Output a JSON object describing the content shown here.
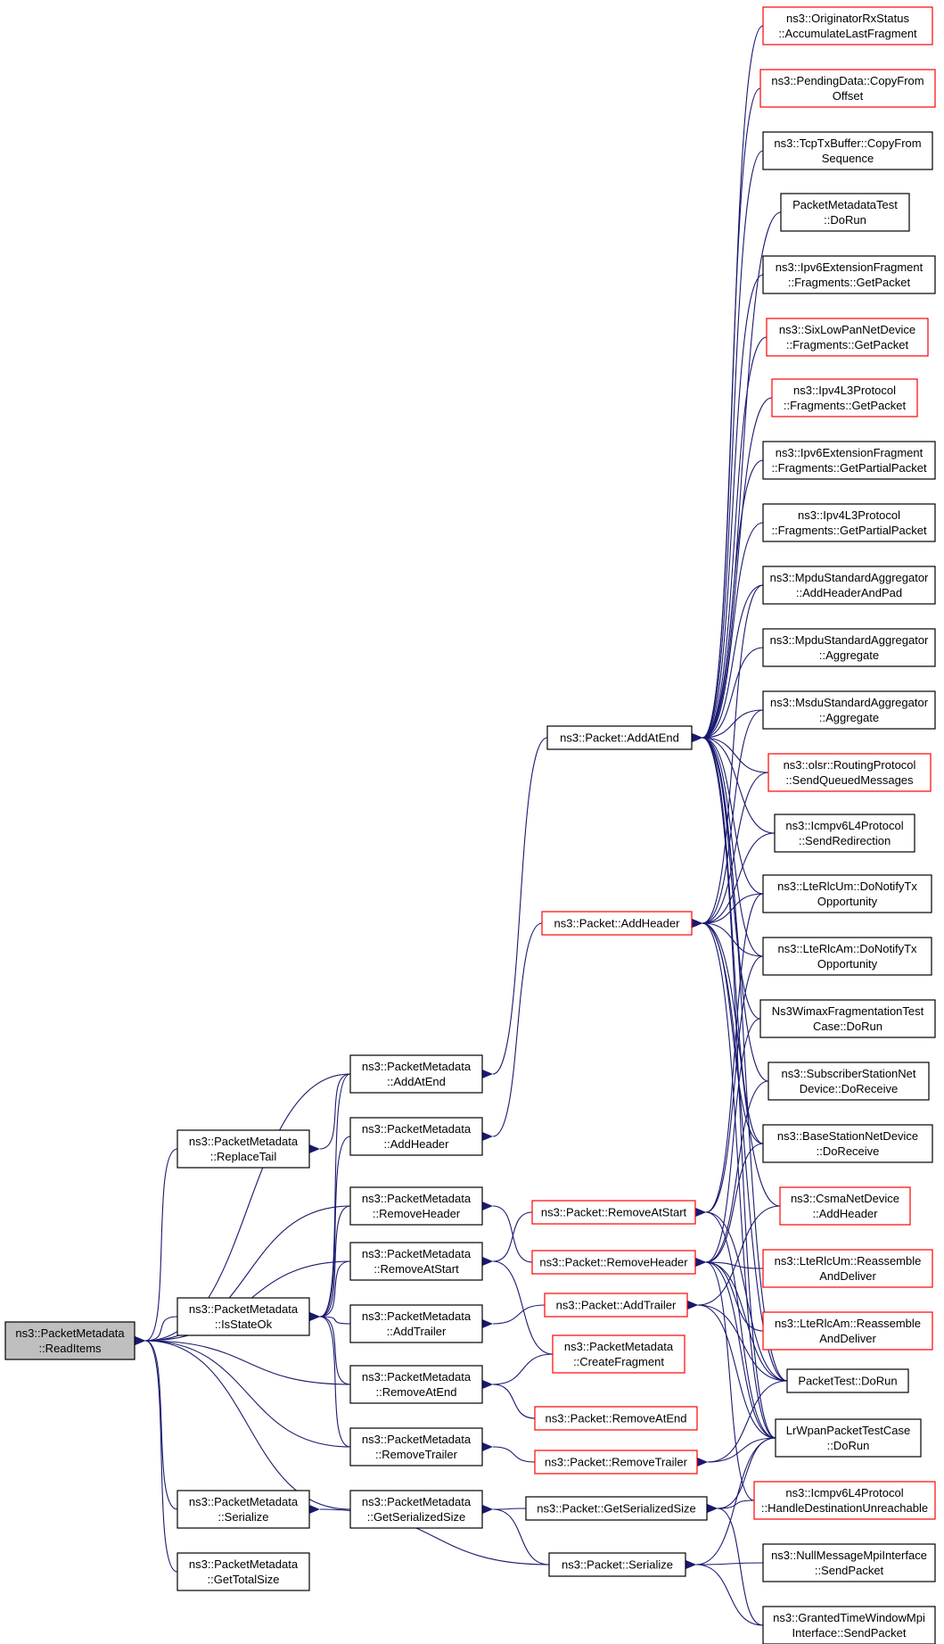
{
  "colors": {
    "edge": "#191970",
    "border_normal": "#000000",
    "border_truncated": "#ff0000",
    "root_fill": "#bfbfbf",
    "node_fill": "#ffffff"
  },
  "nodes": [
    {
      "id": "root",
      "lines": [
        "ns3::PacketMetadata",
        "::ReadItems"
      ],
      "style": "root"
    },
    {
      "id": "pm_additems",
      "lines": [
        "ns3::PacketMetadata",
        "::AddAtEnd"
      ],
      "style": "normal"
    },
    {
      "id": "pm_replacetail",
      "lines": [
        "ns3::PacketMetadata",
        "::ReplaceTail"
      ],
      "style": "normal"
    },
    {
      "id": "pm_addheader",
      "lines": [
        "ns3::PacketMetadata",
        "::AddHeader"
      ],
      "style": "normal"
    },
    {
      "id": "pm_removeheader",
      "lines": [
        "ns3::PacketMetadata",
        "::RemoveHeader"
      ],
      "style": "normal"
    },
    {
      "id": "pm_removeatstart",
      "lines": [
        "ns3::PacketMetadata",
        "::RemoveAtStart"
      ],
      "style": "normal"
    },
    {
      "id": "pm_isstateok",
      "lines": [
        "ns3::PacketMetadata",
        "::IsStateOk"
      ],
      "style": "normal"
    },
    {
      "id": "pm_addtrailer",
      "lines": [
        "ns3::PacketMetadata",
        "::AddTrailer"
      ],
      "style": "normal"
    },
    {
      "id": "pm_removeatend",
      "lines": [
        "ns3::PacketMetadata",
        "::RemoveAtEnd"
      ],
      "style": "normal"
    },
    {
      "id": "pm_removetrailer",
      "lines": [
        "ns3::PacketMetadata",
        "::RemoveTrailer"
      ],
      "style": "normal"
    },
    {
      "id": "pm_serialize",
      "lines": [
        "ns3::PacketMetadata",
        "::Serialize"
      ],
      "style": "normal"
    },
    {
      "id": "pm_getserializedsize",
      "lines": [
        "ns3::PacketMetadata",
        "::GetSerializedSize"
      ],
      "style": "normal"
    },
    {
      "id": "pm_gettotalsize",
      "lines": [
        "ns3::PacketMetadata",
        "::GetTotalSize"
      ],
      "style": "normal"
    },
    {
      "id": "p_addatend",
      "lines": [
        "ns3::Packet::AddAtEnd"
      ],
      "style": "normal"
    },
    {
      "id": "p_addheader",
      "lines": [
        "ns3::Packet::AddHeader"
      ],
      "style": "truncated"
    },
    {
      "id": "p_removeatstart",
      "lines": [
        "ns3::Packet::RemoveAtStart"
      ],
      "style": "truncated"
    },
    {
      "id": "p_removeheader",
      "lines": [
        "ns3::Packet::RemoveHeader"
      ],
      "style": "truncated"
    },
    {
      "id": "p_addtrailer",
      "lines": [
        "ns3::Packet::AddTrailer"
      ],
      "style": "truncated"
    },
    {
      "id": "pm_createfragment",
      "lines": [
        "ns3::PacketMetadata",
        "::CreateFragment"
      ],
      "style": "truncated"
    },
    {
      "id": "p_removeatend",
      "lines": [
        "ns3::Packet::RemoveAtEnd"
      ],
      "style": "truncated"
    },
    {
      "id": "p_removetrailer",
      "lines": [
        "ns3::Packet::RemoveTrailer"
      ],
      "style": "truncated"
    },
    {
      "id": "p_getserializedsize",
      "lines": [
        "ns3::Packet::GetSerializedSize"
      ],
      "style": "normal"
    },
    {
      "id": "p_serialize",
      "lines": [
        "ns3::Packet::Serialize"
      ],
      "style": "normal"
    },
    {
      "id": "r_originator",
      "lines": [
        "ns3::OriginatorRxStatus",
        "::AccumulateLastFragment"
      ],
      "style": "truncated"
    },
    {
      "id": "r_pendingdata",
      "lines": [
        "ns3::PendingData::CopyFrom",
        "Offset"
      ],
      "style": "truncated"
    },
    {
      "id": "r_tcptxbuffer",
      "lines": [
        "ns3::TcpTxBuffer::CopyFrom",
        "Sequence"
      ],
      "style": "normal"
    },
    {
      "id": "r_pmtest",
      "lines": [
        "PacketMetadataTest",
        "::DoRun"
      ],
      "style": "normal"
    },
    {
      "id": "r_ipv6frag_get",
      "lines": [
        "ns3::Ipv6ExtensionFragment",
        "::Fragments::GetPacket"
      ],
      "style": "normal"
    },
    {
      "id": "r_sixlowpan",
      "lines": [
        "ns3::SixLowPanNetDevice",
        "::Fragments::GetPacket"
      ],
      "style": "truncated"
    },
    {
      "id": "r_ipv4l3_get",
      "lines": [
        "ns3::Ipv4L3Protocol",
        "::Fragments::GetPacket"
      ],
      "style": "truncated"
    },
    {
      "id": "r_ipv6frag_partial",
      "lines": [
        "ns3::Ipv6ExtensionFragment",
        "::Fragments::GetPartialPacket"
      ],
      "style": "normal"
    },
    {
      "id": "r_ipv4l3_partial",
      "lines": [
        "ns3::Ipv4L3Protocol",
        "::Fragments::GetPartialPacket"
      ],
      "style": "normal"
    },
    {
      "id": "r_mpdu_addheaderpad",
      "lines": [
        "ns3::MpduStandardAggregator",
        "::AddHeaderAndPad"
      ],
      "style": "normal"
    },
    {
      "id": "r_mpdu_aggregate",
      "lines": [
        "ns3::MpduStandardAggregator",
        "::Aggregate"
      ],
      "style": "normal"
    },
    {
      "id": "r_msdu_aggregate",
      "lines": [
        "ns3::MsduStandardAggregator",
        "::Aggregate"
      ],
      "style": "normal"
    },
    {
      "id": "r_olsr",
      "lines": [
        "ns3::olsr::RoutingProtocol",
        "::SendQueuedMessages"
      ],
      "style": "truncated"
    },
    {
      "id": "r_icmpv6_redirect",
      "lines": [
        "ns3::Icmpv6L4Protocol",
        "::SendRedirection"
      ],
      "style": "normal"
    },
    {
      "id": "r_lterlcum_tx",
      "lines": [
        "ns3::LteRlcUm::DoNotifyTx",
        "Opportunity"
      ],
      "style": "normal"
    },
    {
      "id": "r_lterlcam_tx",
      "lines": [
        "ns3::LteRlcAm::DoNotifyTx",
        "Opportunity"
      ],
      "style": "normal"
    },
    {
      "id": "r_wimaxfrag",
      "lines": [
        "Ns3WimaxFragmentationTest",
        "Case::DoRun"
      ],
      "style": "normal"
    },
    {
      "id": "r_subscriber",
      "lines": [
        "ns3::SubscriberStationNet",
        "Device::DoReceive"
      ],
      "style": "normal"
    },
    {
      "id": "r_basestation",
      "lines": [
        "ns3::BaseStationNetDevice",
        "::DoReceive"
      ],
      "style": "normal"
    },
    {
      "id": "r_csma",
      "lines": [
        "ns3::CsmaNetDevice",
        "::AddHeader"
      ],
      "style": "truncated"
    },
    {
      "id": "r_lterlcum_reasm",
      "lines": [
        "ns3::LteRlcUm::Reassemble",
        "AndDeliver"
      ],
      "style": "truncated"
    },
    {
      "id": "r_lterlcam_reasm",
      "lines": [
        "ns3::LteRlcAm::Reassemble",
        "AndDeliver"
      ],
      "style": "truncated"
    },
    {
      "id": "r_packettest",
      "lines": [
        "PacketTest::DoRun"
      ],
      "style": "normal"
    },
    {
      "id": "r_lrwpan",
      "lines": [
        "LrWpanPacketTestCase",
        "::DoRun"
      ],
      "style": "normal"
    },
    {
      "id": "r_icmpv6_unreach",
      "lines": [
        "ns3::Icmpv6L4Protocol",
        "::HandleDestinationUnreachable"
      ],
      "style": "truncated"
    },
    {
      "id": "r_nullmsg",
      "lines": [
        "ns3::NullMessageMpiInterface",
        "::SendPacket"
      ],
      "style": "normal"
    },
    {
      "id": "r_grantedtime",
      "lines": [
        "ns3::GrantedTimeWindowMpi",
        "Interface::SendPacket"
      ],
      "style": "normal"
    }
  ]
}
